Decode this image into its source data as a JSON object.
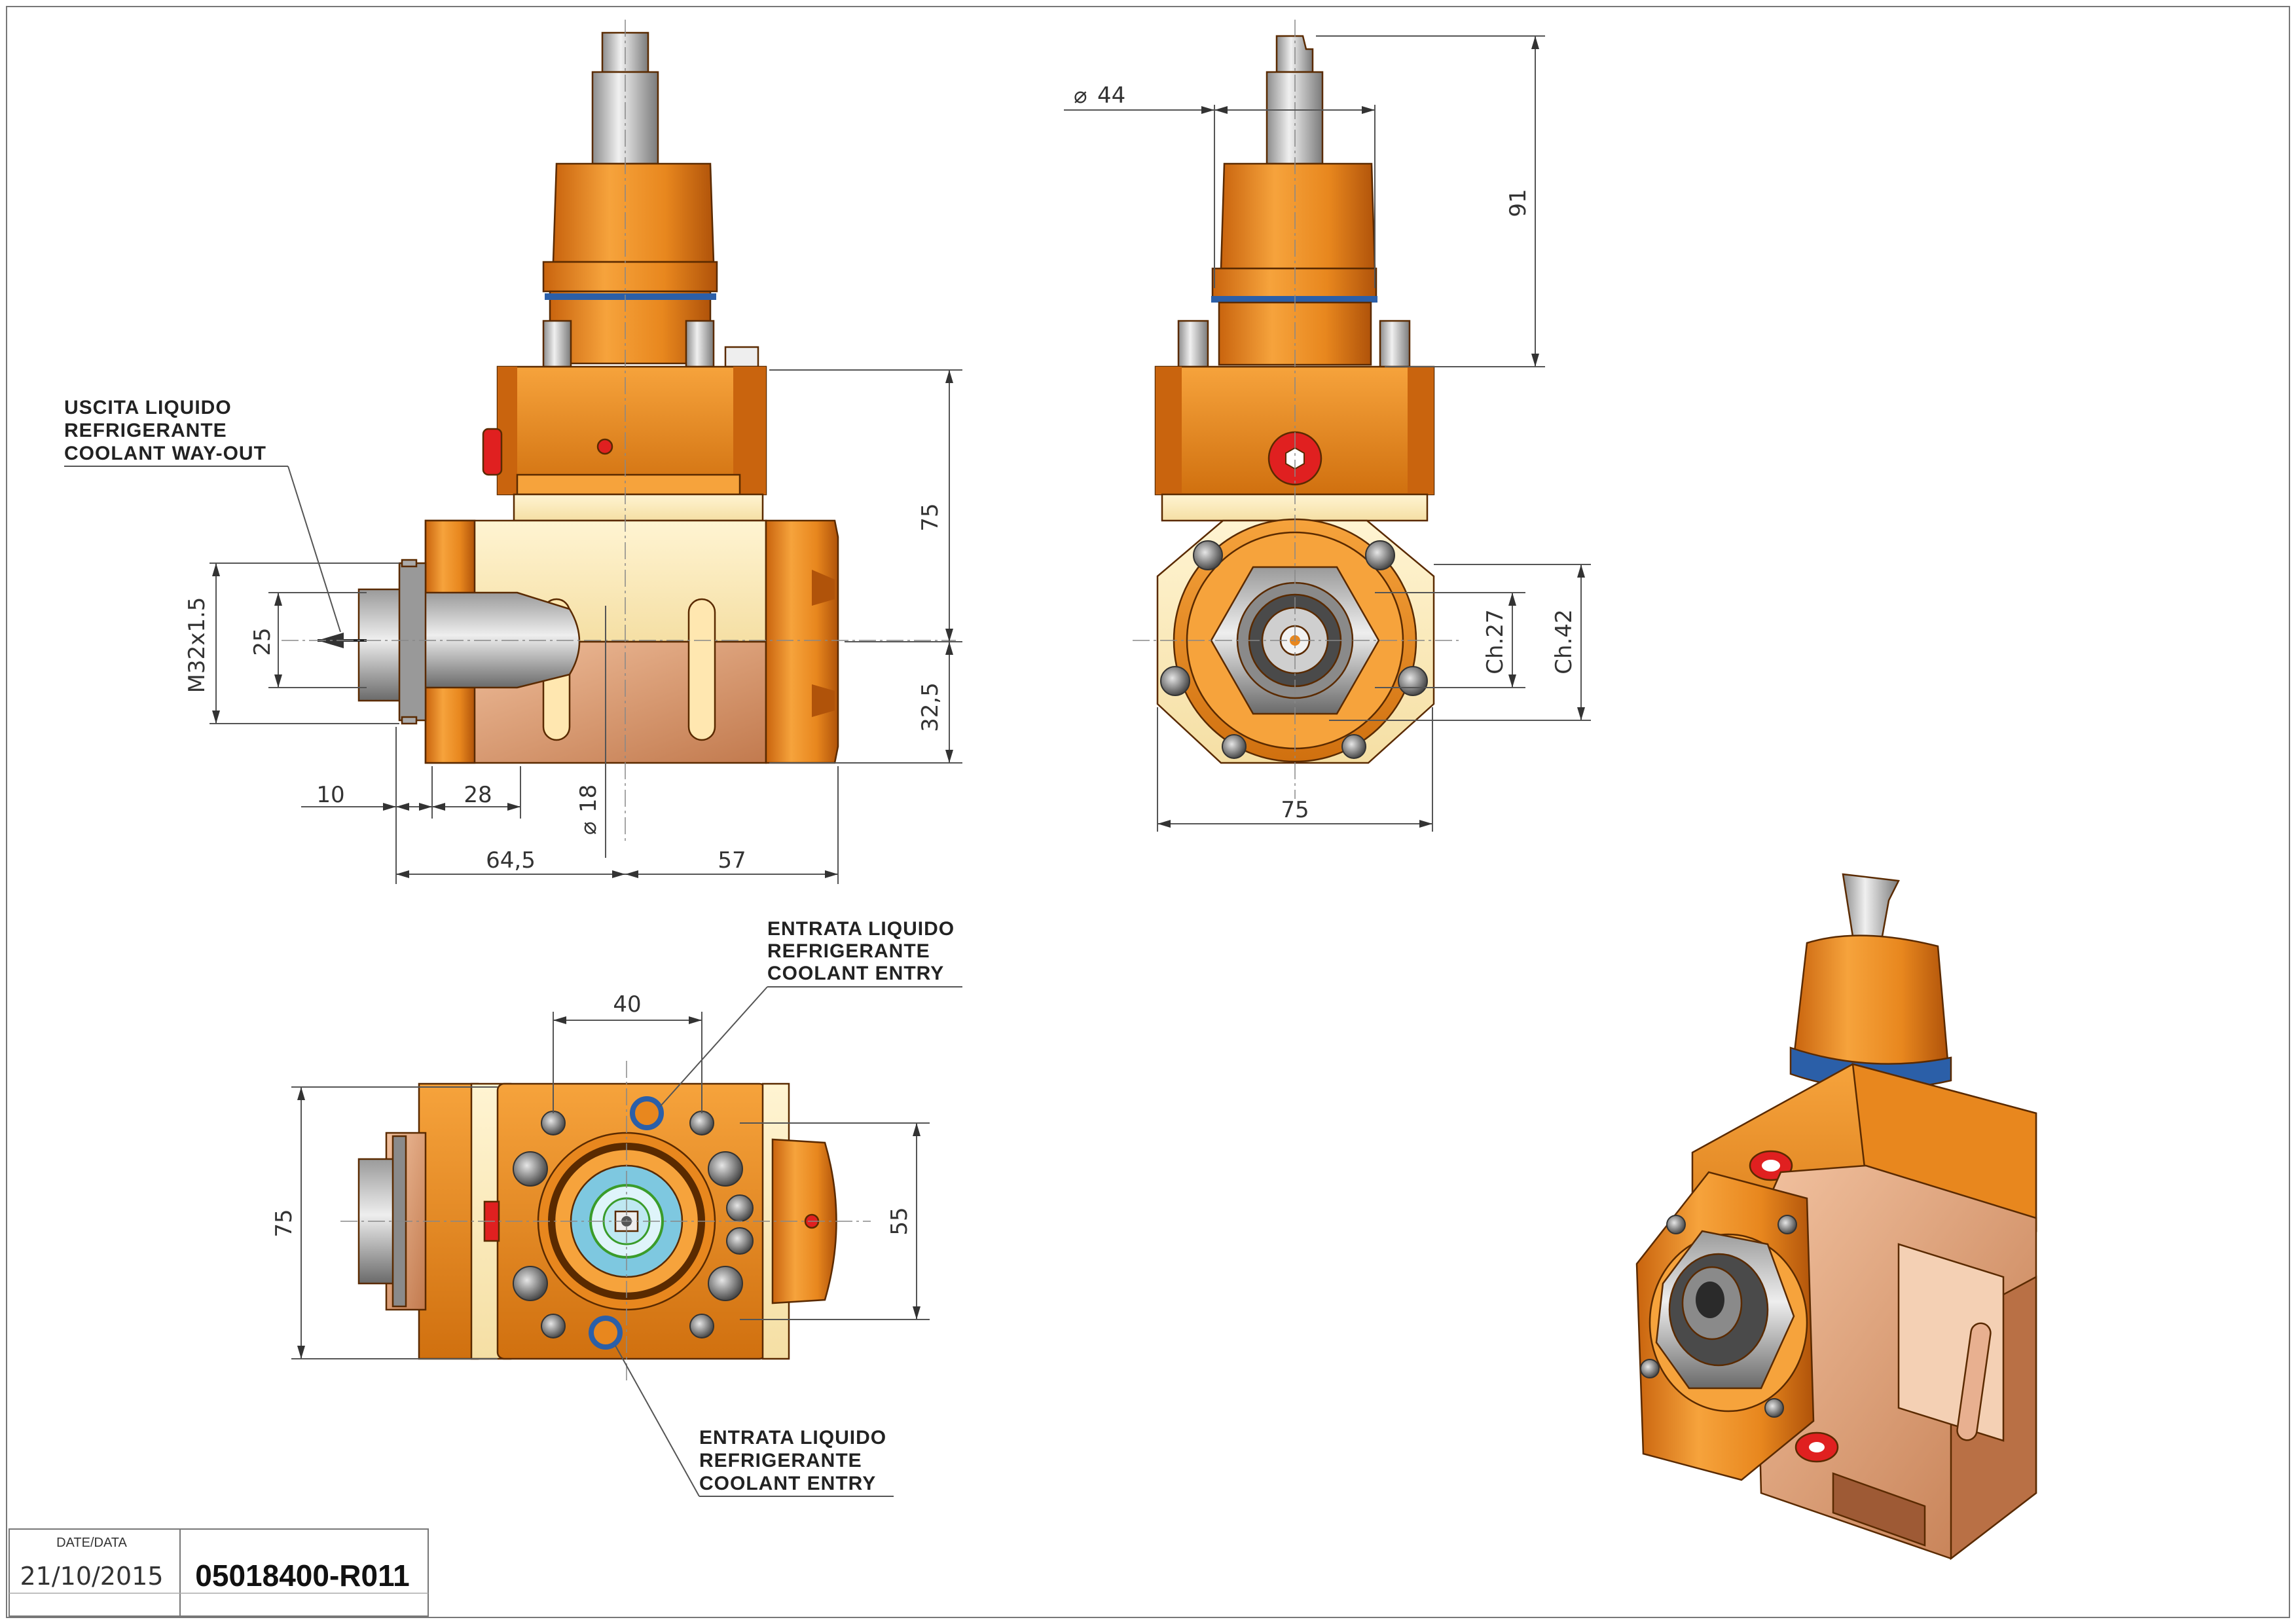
{
  "colors": {
    "body_orange": "#E8871E",
    "body_orange_dark": "#B85A10",
    "body_cream": "#FBE9B8",
    "body_copper": "#D99A70",
    "steel": "#C8C8C8",
    "steel_dark": "#6E6E6E",
    "oring_blue": "#2B5FA8",
    "port_red": "#E02020"
  },
  "side_view": {
    "dimensions": {
      "height_body": "75",
      "height_lower": "32,5",
      "thread": "M32x1.5",
      "thread_dia": "25",
      "nose_len": "10",
      "collet_len": "28",
      "left_len": "64,5",
      "right_len": "57",
      "bore": "18"
    },
    "diameter_symbol": "⌀"
  },
  "front_view": {
    "dimensions": {
      "shank_dia": "44",
      "height_top": "91",
      "ch_small": "Ch.27",
      "ch_large": "Ch.42",
      "width": "75"
    }
  },
  "top_view": {
    "dimensions": {
      "hole_spacing": "40",
      "height": "75",
      "width_right": "55"
    }
  },
  "notes": {
    "coolant_out": [
      "USCITA LIQUIDO",
      "REFRIGERANTE",
      "COOLANT WAY-OUT"
    ],
    "coolant_entry_top": [
      "ENTRATA LIQUIDO",
      "REFRIGERANTE",
      "COOLANT ENTRY"
    ],
    "coolant_entry_bottom": [
      "ENTRATA LIQUIDO",
      "REFRIGERANTE",
      "COOLANT ENTRY"
    ]
  },
  "title_block": {
    "date_label": "DATE/DATA",
    "date": "21/10/2015",
    "code": "05018400-R011"
  }
}
